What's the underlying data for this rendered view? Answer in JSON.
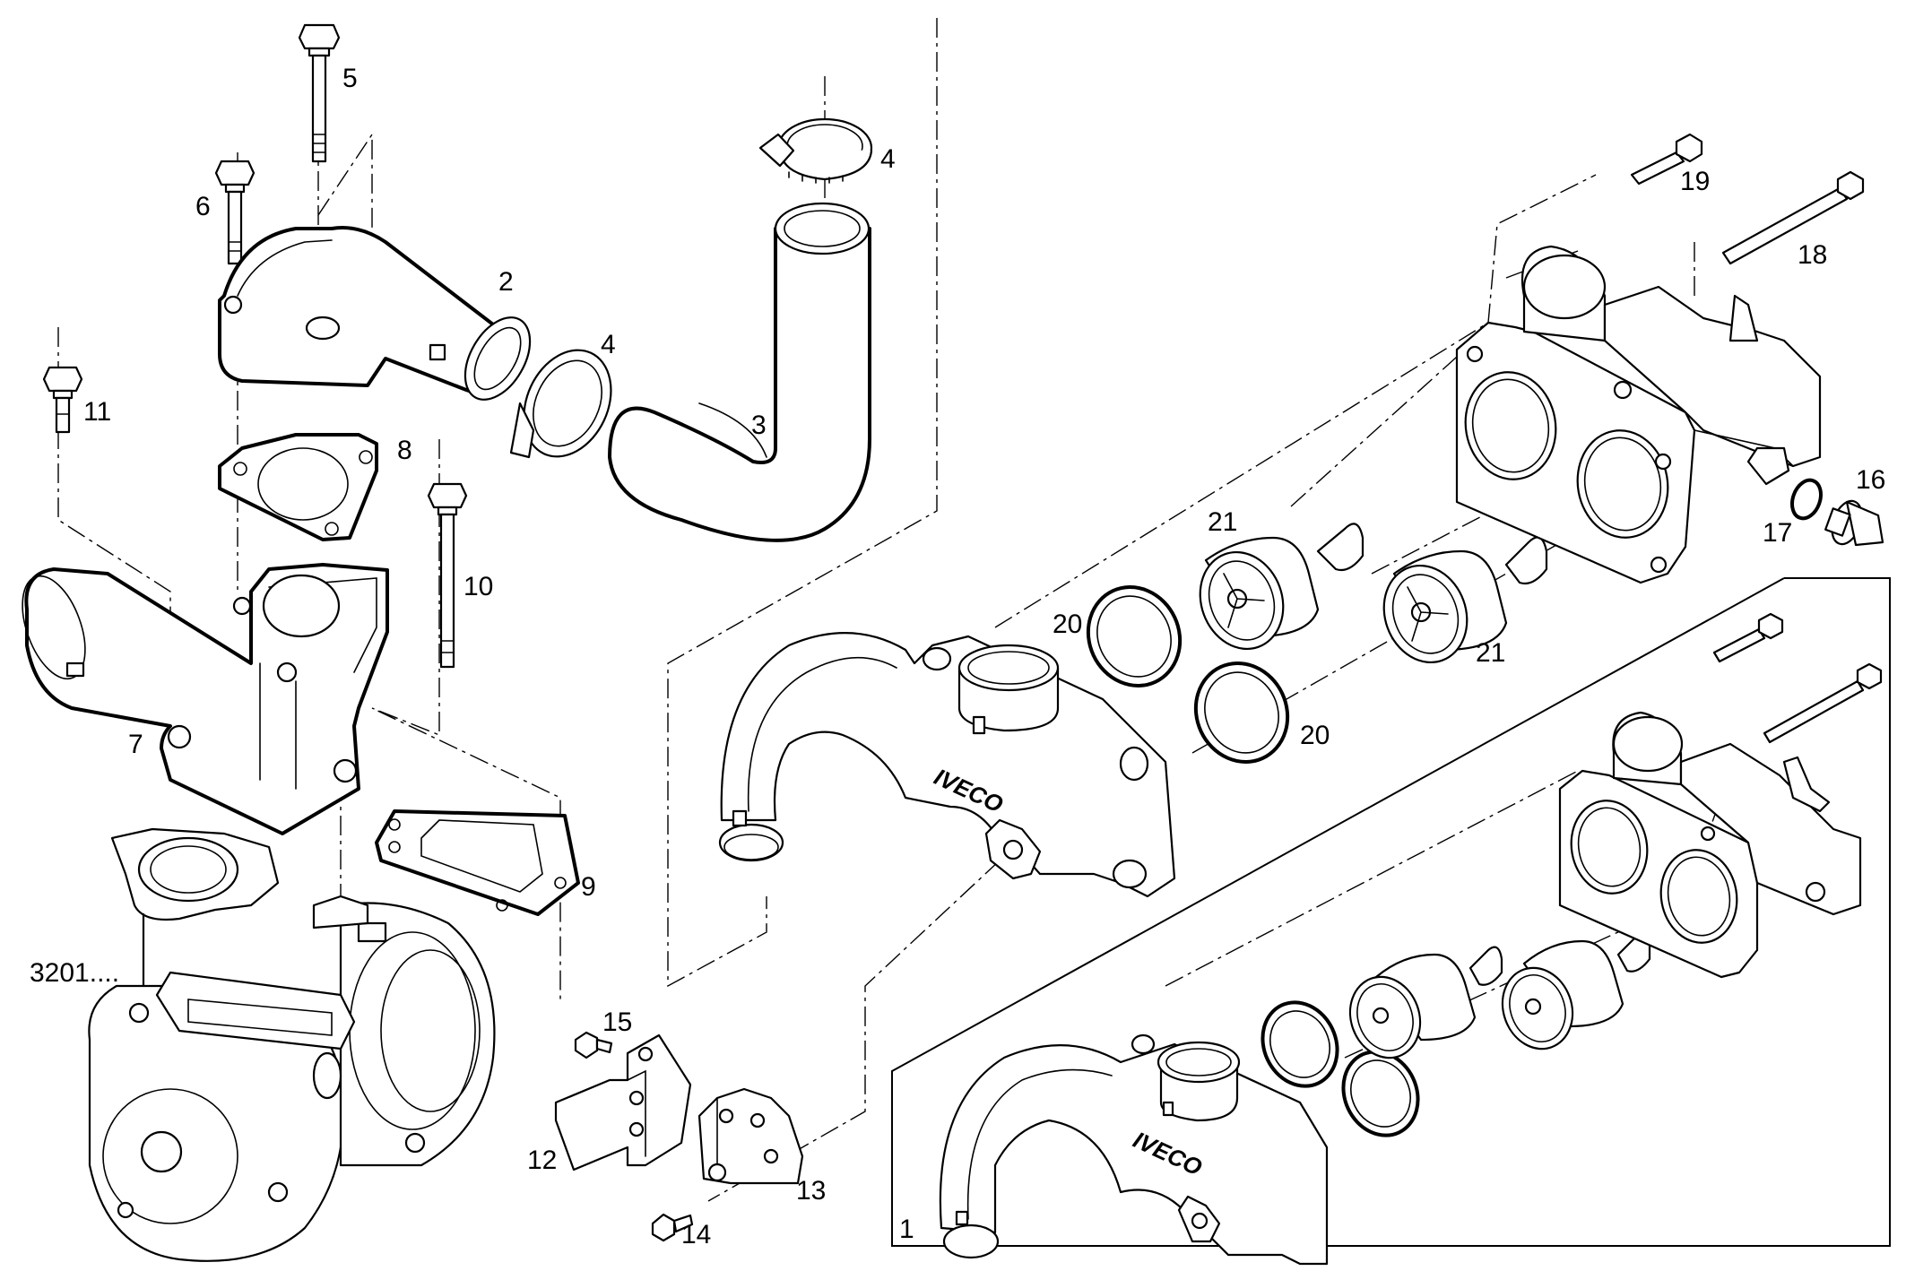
{
  "callouts": {
    "c1": "1",
    "c2": "2",
    "c3": "3",
    "c4a": "4",
    "c4b": "4",
    "c5": "5",
    "c6": "6",
    "c7": "7",
    "c8": "8",
    "c9": "9",
    "c10": "10",
    "c11": "11",
    "c12": "12",
    "c13": "13",
    "c14": "14",
    "c15": "15",
    "c16": "16",
    "c17": "17",
    "c18": "18",
    "c19": "19",
    "c20a": "20",
    "c20b": "20",
    "c21a": "21",
    "c21b": "21",
    "ref": "3201...."
  },
  "logo": {
    "main": "IVECO",
    "inset": "IVECO"
  }
}
